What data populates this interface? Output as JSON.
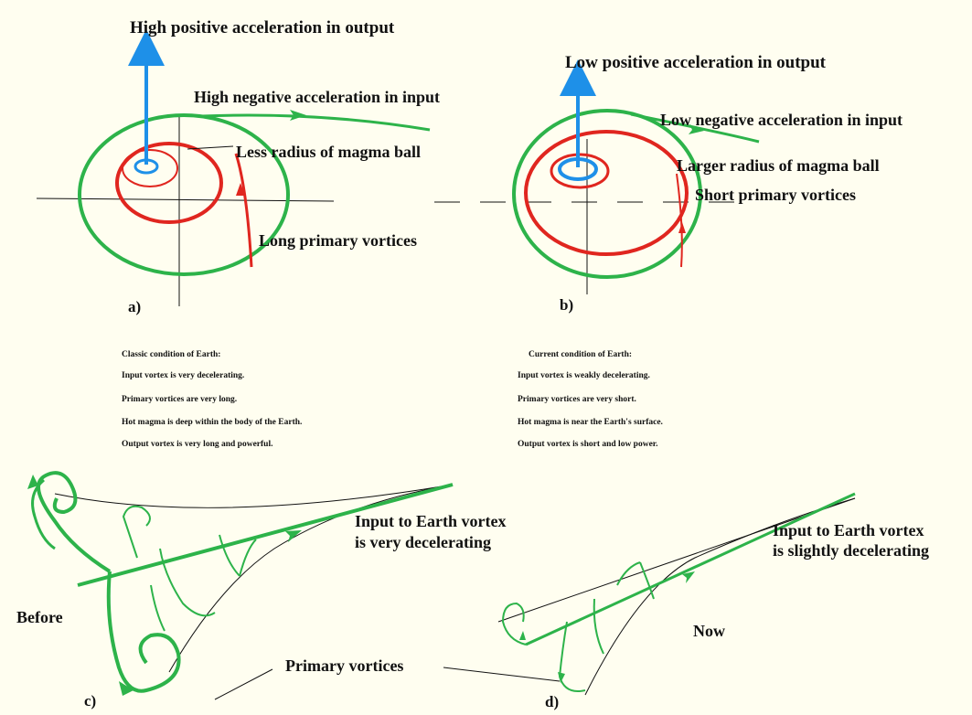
{
  "panel_a": {
    "letter": "a)",
    "output_label": "High positive acceleration in output",
    "input_label": "High negative acceleration in input",
    "radius_label": "Less radius of magma ball",
    "vortices_label": "Long primary vortices"
  },
  "panel_b": {
    "letter": "b)",
    "output_label": "Low positive acceleration in output",
    "input_label": "Low negative acceleration in input",
    "radius_label": "Larger radius of magma ball",
    "vortices_label": "Short primary vortices"
  },
  "classic_notes": {
    "title": "Classic condition of Earth:",
    "lines": [
      "Input vortex is very decelerating.",
      "Primary vortices are very long.",
      "Hot magma is deep within the body of the Earth.",
      "Output vortex is very long and powerful."
    ]
  },
  "current_notes": {
    "title": "Current condition of Earth:",
    "lines": [
      "Input vortex is weakly decelerating.",
      "Primary vortices are very short.",
      "Hot magma is near the Earth's surface.",
      "Output vortex is short and low power."
    ]
  },
  "panel_c": {
    "letter": "c)",
    "input_label_line1": "Input to Earth vortex",
    "input_label_line2": "is very decelerating",
    "era_label": "Before"
  },
  "panel_d": {
    "letter": "d)",
    "input_label_line1": "Input to Earth vortex",
    "input_label_line2": "is slightly decelerating",
    "era_label": "Now"
  },
  "shared": {
    "primary_vortices_label": "Primary vortices"
  },
  "colors": {
    "background": "#fffef0",
    "green": "#2db34a",
    "red": "#e0261f",
    "blue": "#1e90e8",
    "black": "#111111"
  }
}
